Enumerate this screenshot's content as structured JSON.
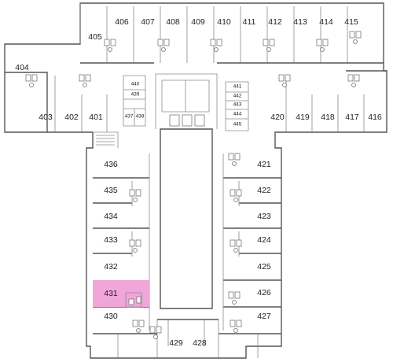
{
  "highlight_color": "#f0a6d8",
  "highlighted_room": "431",
  "rooms": {
    "r404": "404",
    "r405": "405",
    "r406": "406",
    "r407": "407",
    "r408": "408",
    "r409": "409",
    "r410": "410",
    "r411": "411",
    "r412": "412",
    "r413": "413",
    "r414": "414",
    "r415": "415",
    "r403": "403",
    "r402": "402",
    "r401": "401",
    "r420": "420",
    "r419": "419",
    "r418": "418",
    "r417": "417",
    "r416": "416",
    "r436": "436",
    "r435": "435",
    "r434": "434",
    "r433": "433",
    "r432": "432",
    "r431": "431",
    "r430": "430",
    "r429": "429",
    "r428": "428",
    "r427": "427",
    "r426": "426",
    "r425": "425",
    "r424": "424",
    "r423": "423",
    "r422": "422",
    "r421": "421"
  },
  "small_rooms": {
    "r440": "440",
    "r439": "439",
    "r437": "437",
    "r438": "438",
    "r441": "441",
    "r442": "442",
    "r443": "443",
    "r444": "444",
    "r445": "445"
  }
}
